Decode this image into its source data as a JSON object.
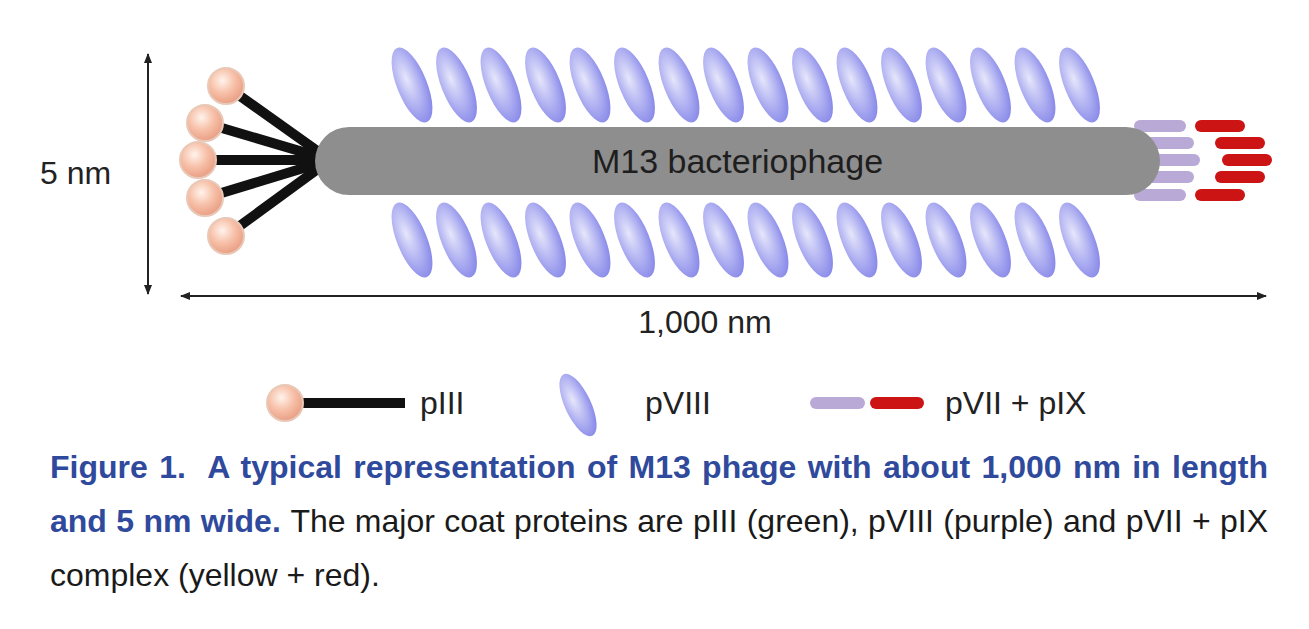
{
  "diagram": {
    "caption": "Figure 1.  A typical representation of M13 phage with about 1,000 nm in length and 5 nm wide.",
    "nodes": [
      {
        "text": [
          "M13 bacteriophage"
        ]
      }
    ],
    "labels": [
      "5 nm",
      "1,000 nm",
      "The major coat proteins are pIII (green), pVIII (purple) and pVII + pIX complex (yellow + red)."
    ],
    "legend": [
      {
        "text": "pIII"
      },
      {
        "text": "pVIII"
      },
      {
        "text": "pVII + pIX"
      }
    ]
  }
}
